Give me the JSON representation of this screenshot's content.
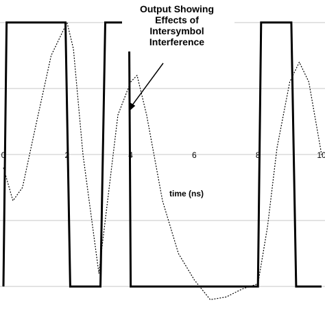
{
  "chart_data": {
    "type": "line",
    "xlabel": "time (ns)",
    "xlim": [
      0,
      10
    ],
    "ylim": [
      -1.15,
      1.15
    ],
    "x_ticks": [
      0,
      2,
      4,
      6,
      8,
      10
    ],
    "x_tick_labels": [
      "0",
      "2",
      "4",
      "6",
      "8",
      "10"
    ],
    "grid": true,
    "annotation": {
      "lines": [
        "Output Showing",
        "Effects of",
        "Intersymbol",
        "Interference"
      ],
      "points_to_time_ns": 3.95
    },
    "series": [
      {
        "style": "solid-thick",
        "x": [
          0,
          0.1,
          0.15,
          1.95,
          2.1,
          2.15,
          3.05,
          3.2,
          3.25,
          3.95,
          4.0,
          4.05,
          8.0,
          8.1,
          8.15,
          9.05,
          9.2,
          9.25,
          10.0
        ],
        "y": [
          -1.0,
          1.0,
          1.0,
          1.0,
          -1.0,
          -1.0,
          -1.0,
          1.0,
          1.0,
          1.0,
          -1.0,
          -1.0,
          -1.0,
          1.0,
          1.0,
          1.0,
          -1.0,
          -1.0,
          -1.0
        ]
      },
      {
        "style": "dotted",
        "x": [
          0,
          0.3,
          0.6,
          1.0,
          1.5,
          2.0,
          2.2,
          2.5,
          3.0,
          3.3,
          3.6,
          4.0,
          4.2,
          4.5,
          5.0,
          5.5,
          6.0,
          6.5,
          7.0,
          7.5,
          8.0,
          8.3,
          8.6,
          9.0,
          9.3,
          9.6,
          10.0
        ],
        "y": [
          -0.1,
          -0.35,
          -0.25,
          0.2,
          0.75,
          1.0,
          0.8,
          0.0,
          -0.9,
          -0.3,
          0.3,
          0.55,
          0.6,
          0.3,
          -0.35,
          -0.75,
          -0.95,
          -1.1,
          -1.08,
          -1.02,
          -0.98,
          -0.55,
          0.05,
          0.55,
          0.7,
          0.55,
          0.0
        ]
      }
    ]
  }
}
